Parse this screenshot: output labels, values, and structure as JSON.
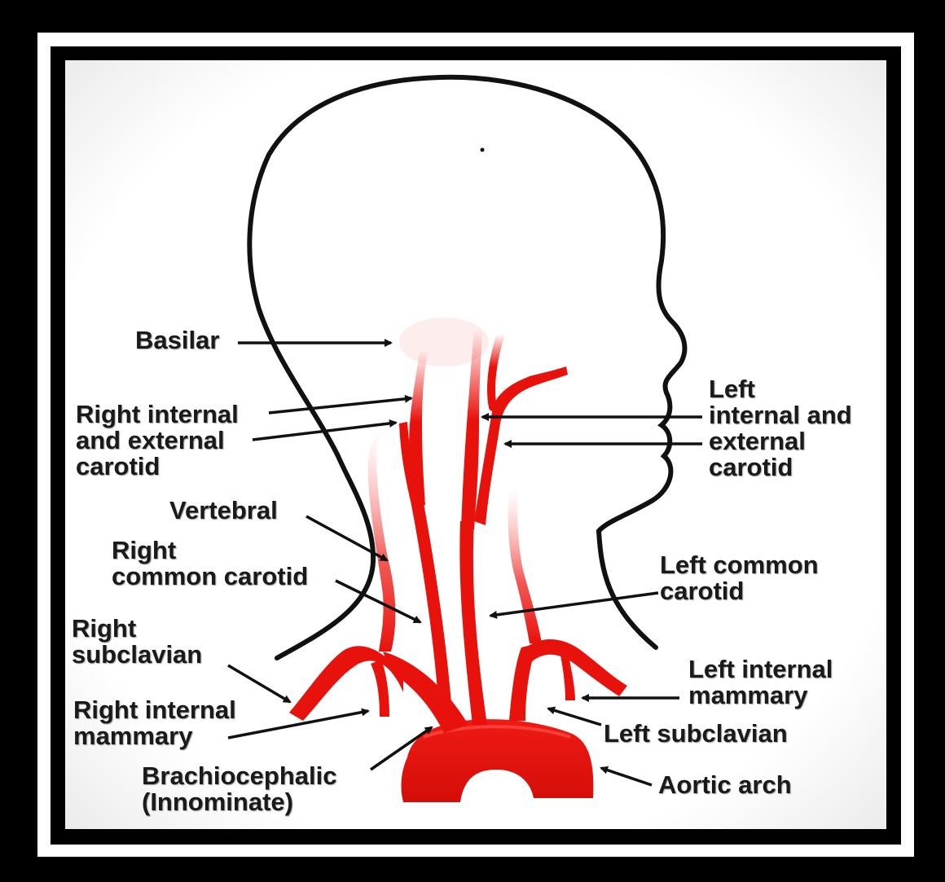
{
  "colors": {
    "artery": "#e8120d",
    "artery_dark": "#b80b08",
    "outline": "#111111",
    "frame": "#000000",
    "background": "#ffffff"
  },
  "labels": {
    "basilar": [
      "Basilar"
    ],
    "right_internal_external_carotid": [
      "Right internal",
      "and external",
      "carotid"
    ],
    "left_internal_external_carotid": [
      "Left",
      "internal and",
      "external",
      "carotid"
    ],
    "vertebral": [
      "Vertebral"
    ],
    "right_common_carotid": [
      "Right",
      "common carotid"
    ],
    "left_common_carotid": [
      "Left common",
      "carotid"
    ],
    "right_subclavian": [
      "Right",
      "subclavian"
    ],
    "left_internal_mammary": [
      "Left internal",
      "mammary"
    ],
    "right_internal_mammary": [
      "Right internal",
      "mammary"
    ],
    "left_subclavian": [
      "Left subclavian"
    ],
    "brachiocephalic": [
      "Brachiocephalic",
      "(Innominate)"
    ],
    "aortic_arch": [
      "Aortic arch"
    ]
  }
}
